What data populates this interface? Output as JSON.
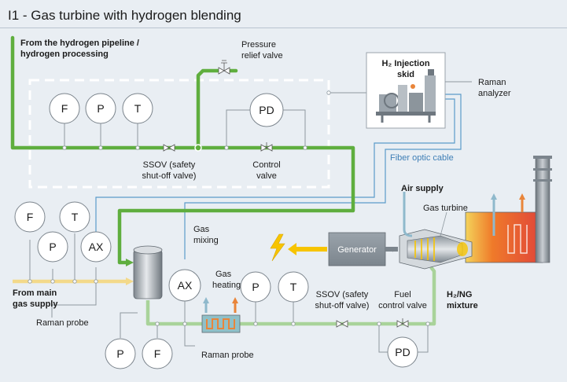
{
  "title": "I1 - Gas turbine with hydrogen blending",
  "labels": {
    "h2_source": [
      "From the hydrogen pipeline /",
      "hydrogen processing"
    ],
    "pressure_relief": [
      "Pressure",
      "relief valve"
    ],
    "injection_skid": [
      "H₂ Injection",
      "skid"
    ],
    "raman_analyzer": [
      "Raman",
      "analyzer"
    ],
    "ssov_top": [
      "SSOV (safety",
      "shut-off valve)"
    ],
    "control_valve": [
      "Control",
      "valve"
    ],
    "fiber_optic": "Fiber optic cable",
    "air_supply": "Air supply",
    "gas_turbine": "Gas turbine",
    "generator": "Generator",
    "gas_mixing": [
      "Gas",
      "mixing"
    ],
    "gas_heating": [
      "Gas",
      "heating"
    ],
    "ssov_bottom": [
      "SSOV (safety",
      "shut-off valve)"
    ],
    "fuel_control": [
      "Fuel",
      "control valve"
    ],
    "h2ng": [
      "H₂/NG",
      "mixture"
    ],
    "main_gas": [
      "From main",
      "gas supply"
    ],
    "raman_probe_left": "Raman probe",
    "raman_probe_bottom": "Raman probe"
  },
  "gauges": {
    "f_top": "F",
    "p_top": "P",
    "t_top": "T",
    "pd_top": "PD",
    "f_left": "F",
    "t_left": "T",
    "p_left": "P",
    "ax_left": "AX",
    "ax_mid": "AX",
    "p_mid": "P",
    "t_mid": "T",
    "p_bottom": "P",
    "f_bottom": "F",
    "pd_bottom": "PD"
  },
  "colors": {
    "hydrogen_line": "#5fae3e",
    "mixture_line": "#a9d39a",
    "natural_gas_line": "#f3d98a",
    "fiber_line": "#5b9cc9",
    "accent_yellow": "#f7c400"
  }
}
